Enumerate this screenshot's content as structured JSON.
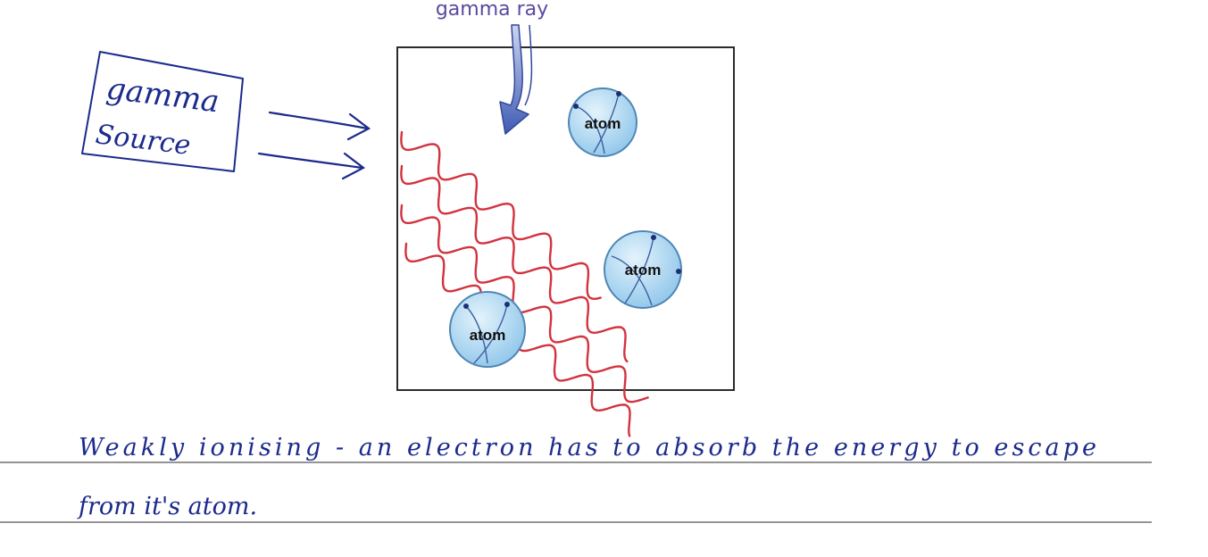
{
  "diagram": {
    "caption": "gamma ray",
    "atom_label": "atom",
    "source_label_line1": "gamma",
    "source_label_line2": "Source",
    "note_line1": "Weakly ionising - an electron has to absorb the energy to escape",
    "note_line2": "from it's atom."
  },
  "colors": {
    "wave": "#d2333f",
    "atom_fill": "#aed8f2",
    "atom_edge": "#4f86b5",
    "handwriting": "#1b2a8c",
    "caption": "#5b4a9e",
    "pointer": "#4a63b8"
  }
}
